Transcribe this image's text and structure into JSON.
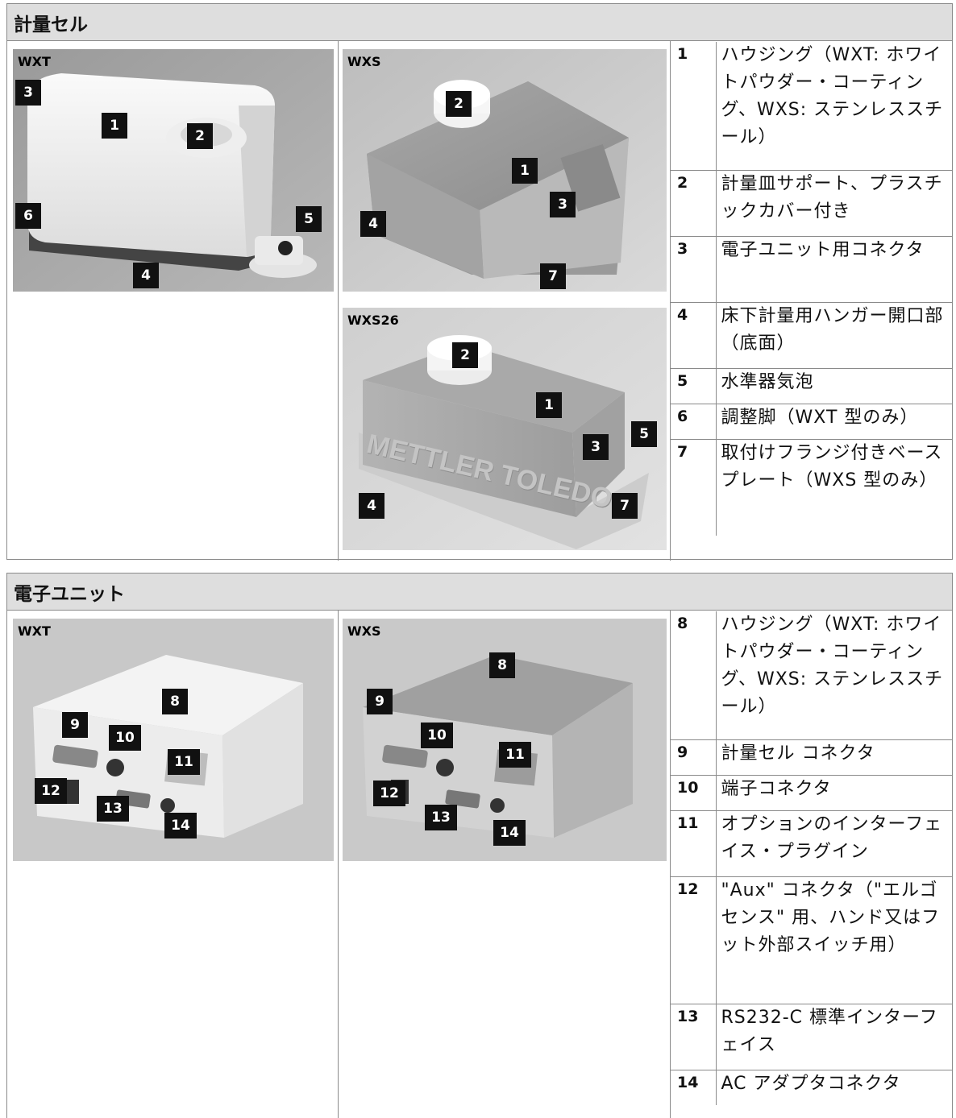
{
  "sections": [
    {
      "title": "計量セル",
      "photos": [
        {
          "label": "WXT",
          "callouts": [
            "3",
            "1",
            "2",
            "6",
            "5",
            "4"
          ]
        },
        {
          "label": "WXS",
          "callouts": [
            "2",
            "1",
            "3",
            "4",
            "7"
          ]
        },
        {
          "label": "WXS26",
          "brand_text": "METTLER TOLEDO",
          "callouts": [
            "2",
            "1",
            "5",
            "3",
            "4",
            "7"
          ]
        }
      ],
      "legend": [
        {
          "num": "1",
          "text": "ハウジング（WXT: ホワイトパウダー・コーティング、WXS: ステンレススチール）"
        },
        {
          "num": "2",
          "text": "計量皿サポート、プラスチックカバー付き"
        },
        {
          "num": "3",
          "text": "電子ユニット用コネクタ"
        },
        {
          "num": "4",
          "text": "床下計量用ハンガー開口部（底面）"
        },
        {
          "num": "5",
          "text": "水準器気泡"
        },
        {
          "num": "6",
          "text": "調整脚（WXT 型のみ）"
        },
        {
          "num": "7",
          "text": "取付けフランジ付きベースプレート（WXS 型のみ）"
        }
      ]
    },
    {
      "title": "電子ユニット",
      "photos": [
        {
          "label": "WXT",
          "callouts": [
            "8",
            "9",
            "10",
            "11",
            "12",
            "13",
            "14"
          ]
        },
        {
          "label": "WXS",
          "callouts": [
            "8",
            "9",
            "10",
            "11",
            "12",
            "13",
            "14"
          ]
        }
      ],
      "legend": [
        {
          "num": "8",
          "text": "ハウジング（WXT: ホワイトパウダー・コーティング、WXS: ステンレススチール）"
        },
        {
          "num": "9",
          "text": "計量セル コネクタ"
        },
        {
          "num": "10",
          "text": "端子コネクタ"
        },
        {
          "num": "11",
          "text": "オプションのインターフェイス・プラグイン"
        },
        {
          "num": "12",
          "text": "\"Aux\" コネクタ（\"エルゴセンス\" 用、ハンド又はフット外部スイッチ用）"
        },
        {
          "num": "13",
          "text": "RS232-C 標準インターフェイス"
        },
        {
          "num": "14",
          "text": "AC アダプタコネクタ"
        }
      ]
    }
  ],
  "colors": {
    "header_bg": "#dedede",
    "border": "#8a8a8a",
    "callout_bg": "#111111",
    "callout_text": "#ffffff"
  }
}
